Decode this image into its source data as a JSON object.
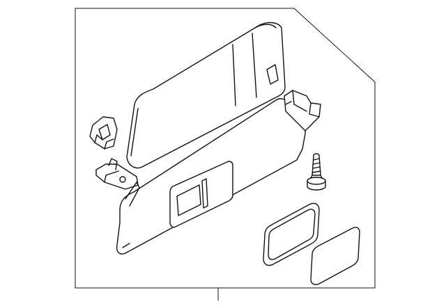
{
  "diagram": {
    "kind": "exploded parts illustration",
    "parts": [
      {
        "id": "rear-visor-panel",
        "icon": "sun-visor-icon"
      },
      {
        "id": "front-visor-panel",
        "icon": "sun-visor-icon"
      },
      {
        "id": "left-mounting-clip",
        "icon": "clip-icon"
      },
      {
        "id": "left-hinge-bracket",
        "icon": "bracket-icon"
      },
      {
        "id": "right-mounting-bracket",
        "icon": "bracket-icon"
      },
      {
        "id": "mounting-screw",
        "icon": "screw-icon"
      },
      {
        "id": "vanity-mirror-frame",
        "icon": "mirror-icon"
      },
      {
        "id": "vanity-mirror-cover",
        "icon": "cover-icon"
      }
    ],
    "colors": {
      "line": "#111111",
      "background": "#ffffff"
    }
  }
}
